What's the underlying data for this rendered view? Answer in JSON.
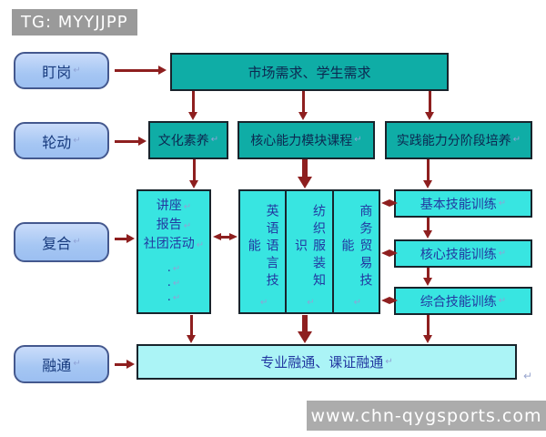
{
  "badge": {
    "label": "TG: MYYJJPP"
  },
  "marks": {
    "return": "↵",
    "dot": "."
  },
  "pills": [
    {
      "label": "盯岗"
    },
    {
      "label": "轮动"
    },
    {
      "label": "复合"
    },
    {
      "label": "融通"
    }
  ],
  "top_box": {
    "label": "市场需求、学生需求"
  },
  "row2": [
    {
      "label": "文化素养"
    },
    {
      "label": "核心能力模块课程"
    },
    {
      "label": "实践能力分阶段培养"
    }
  ],
  "activities_box": {
    "lines": [
      "讲座",
      "报告",
      "社团活动"
    ],
    "dot_rows": [
      ".",
      ".",
      "."
    ]
  },
  "skills_box": {
    "columns": [
      "英语语言技能",
      "纺织服装知识",
      "商务贸易技能"
    ]
  },
  "training_boxes": [
    {
      "label": "基本技能训练"
    },
    {
      "label": "核心技能训练"
    },
    {
      "label": "综合技能训练"
    }
  ],
  "bottom_box": {
    "label": "专业融通、课证融通"
  },
  "watermark": {
    "label": "www.chn-qygsports.com"
  },
  "colors": {
    "teal_box": "#0fada6",
    "cyan_box": "#38e5e1",
    "pale_cyan_box": "#abf4f6",
    "pill_blue": "#a5c6f3",
    "arrow_maroon": "#8e1f1f",
    "badge_gray": "#9a9a9a",
    "watermark_gray": "#acacac",
    "text_navy": "#0c2750",
    "text_blue": "#2237a0"
  }
}
